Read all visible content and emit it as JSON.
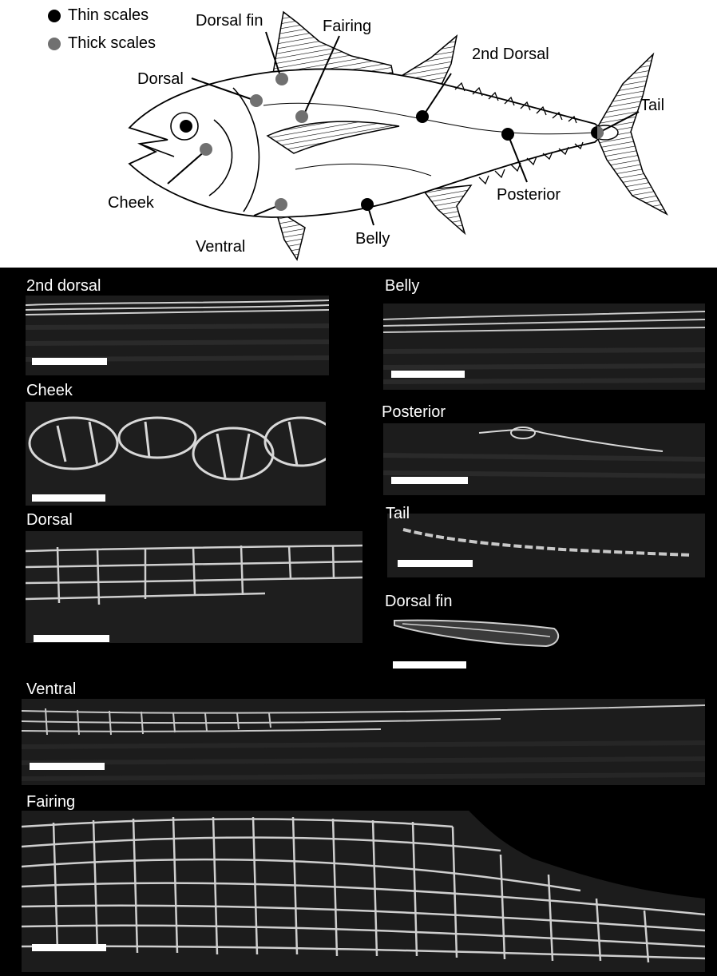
{
  "legend": [
    {
      "label": "Thin scales",
      "color": "#000000"
    },
    {
      "label": "Thick scales",
      "color": "#707070"
    }
  ],
  "diagram_labels": {
    "dorsal_fin": "Dorsal fin",
    "fairing": "Fairing",
    "second_dorsal": "2nd Dorsal",
    "dorsal": "Dorsal",
    "tail": "Tail",
    "cheek": "Cheek",
    "posterior": "Posterior",
    "ventral": "Ventral",
    "belly": "Belly"
  },
  "panels": {
    "second_dorsal": "2nd dorsal",
    "belly": "Belly",
    "cheek": "Cheek",
    "posterior": "Posterior",
    "tail": "Tail",
    "dorsal": "Dorsal",
    "dorsal_fin": "Dorsal fin",
    "ventral": "Ventral",
    "fairing": "Fairing"
  },
  "colors": {
    "thin": "#000000",
    "thick": "#707070",
    "background": "#000000",
    "scale_bar": "#ffffff"
  }
}
